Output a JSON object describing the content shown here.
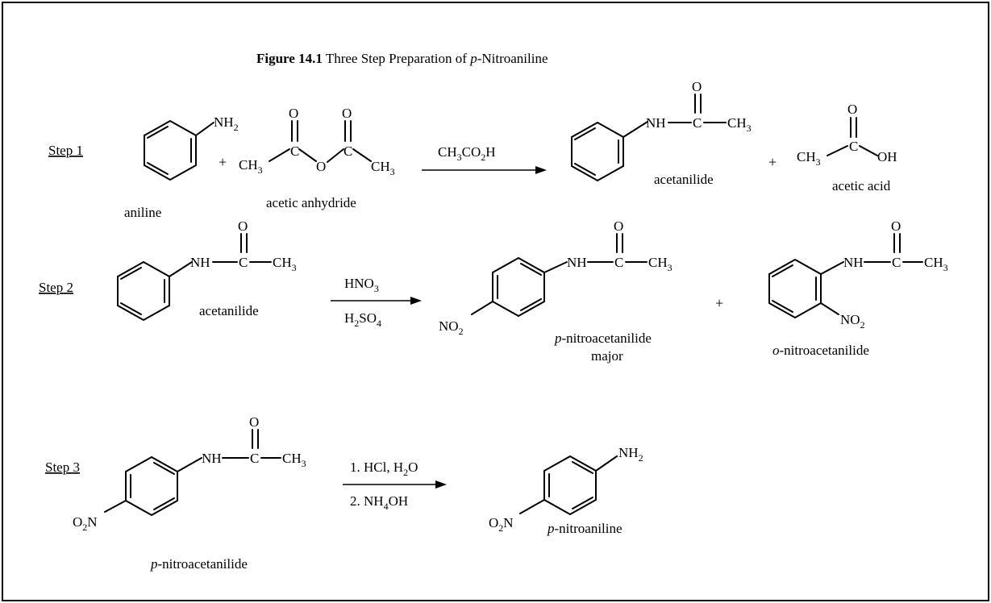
{
  "title": {
    "bold": "Figure 14.1",
    "pre": "Three Step Preparation of ",
    "italic": "p",
    "post": "-Nitroaniline"
  },
  "steps": {
    "s1": "Step 1",
    "s2": "Step 2",
    "s3": "Step 3"
  },
  "step1": {
    "aniline": "aniline",
    "anhydride": "acetic anhydride",
    "reagent": "CH3CO2H",
    "acetanilide": "acetanilide",
    "acetic_acid": "acetic acid"
  },
  "step2": {
    "acetanilide": "acetanilide",
    "reagent_top": "HNO3",
    "reagent_bottom": "H2SO4",
    "p_product": "-nitroacetanilide",
    "p_italic": "p",
    "major": "major",
    "o_product": "-nitroacetanilide",
    "o_italic": "o"
  },
  "step3": {
    "reagent_top": "1. HCl, H2O",
    "reagent_bottom": "2. NH4OH",
    "start": "-nitroacetanilide",
    "start_italic": "p",
    "product": "-nitroaniline",
    "product_italic": "p"
  },
  "atoms": {
    "nh2": "NH2",
    "nh": "NH",
    "c": "C",
    "o": "O",
    "ch3": "CH3",
    "oh": "OH",
    "no2": "NO2",
    "o2n": "O2N",
    "plus": "+"
  }
}
